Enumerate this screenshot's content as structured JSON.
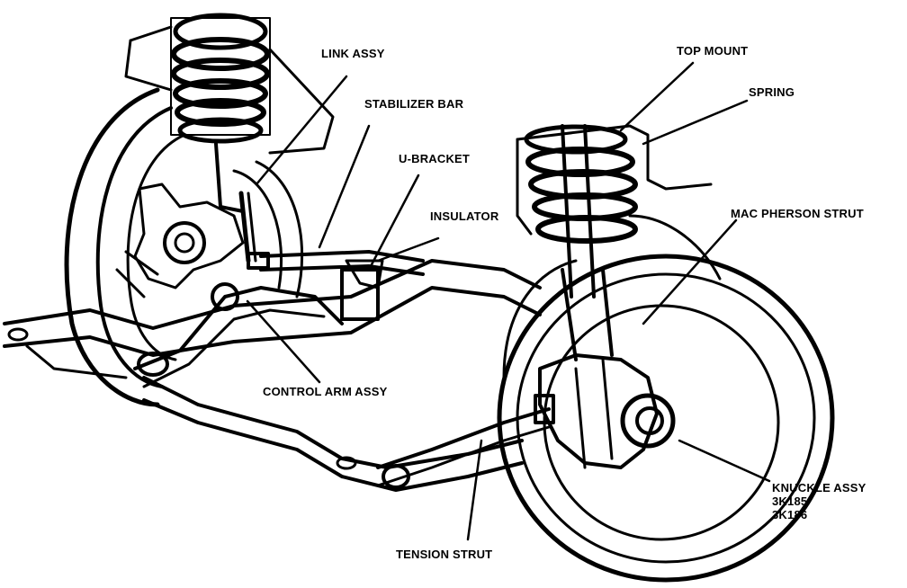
{
  "labels": {
    "link_assy": "LINK ASSY",
    "stabilizer_bar": "STABILIZER BAR",
    "u_bracket": "U-BRACKET",
    "insulator": "INSULATOR",
    "control_arm_assy": "CONTROL ARM ASSY",
    "top_mount": "TOP MOUNT",
    "spring": "SPRING",
    "mac_pherson_strut": "MAC PHERSON STRUT",
    "knuckle_assy": "KNUCKLE ASSY",
    "knuckle_part_1": "3K185",
    "knuckle_part_2": "3K186",
    "tension_strut": "TENSION STRUT"
  },
  "colors": {
    "ink": "#000000",
    "paper": "#ffffff"
  }
}
